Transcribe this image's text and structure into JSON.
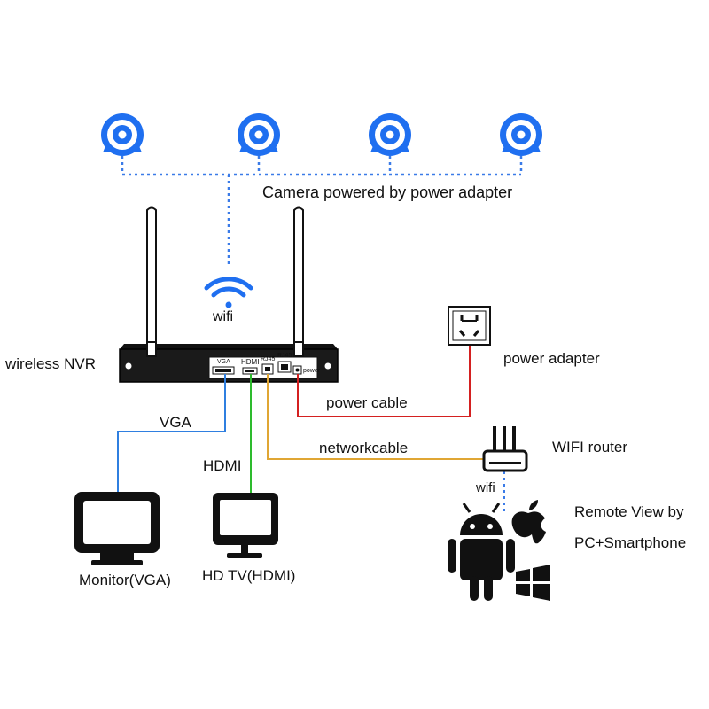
{
  "labels": {
    "camera_caption": "Camera powered by power adapter",
    "wifi_nvr": "wifi",
    "wireless_nvr": "wireless NVR",
    "power_adapter": "power adapter",
    "power_cable": "power cable",
    "network_cable": "networkcable",
    "wifi_router": "WIFI router",
    "wifi_router_sub": "wifi",
    "vga_cable": "VGA",
    "hdmi_cable": "HDMI",
    "monitor": "Monitor(VGA)",
    "hdtv": "HD TV(HDMI)",
    "remote_line1": "Remote View by",
    "remote_line2": "PC+Smartphone"
  },
  "ports": {
    "vga": "VGA",
    "hdmi": "HDMI",
    "rj45_1": "RJ45",
    "rj45_2": "RJ45",
    "power": "power"
  },
  "colors": {
    "camera_blue": "#1f6ff0",
    "wifi_link_blue": "#3a7be8",
    "vga_blue": "#2f7fe0",
    "hdmi_green": "#2dbb2d",
    "network_orange": "#e0a634",
    "power_red": "#d42020",
    "device_black": "#111111"
  },
  "icons": [
    "camera-icon",
    "wifi-icon",
    "nvr-device",
    "power-outlet-icon",
    "router-icon",
    "monitor-icon",
    "tv-icon",
    "android-icon",
    "apple-icon",
    "windows-icon"
  ]
}
